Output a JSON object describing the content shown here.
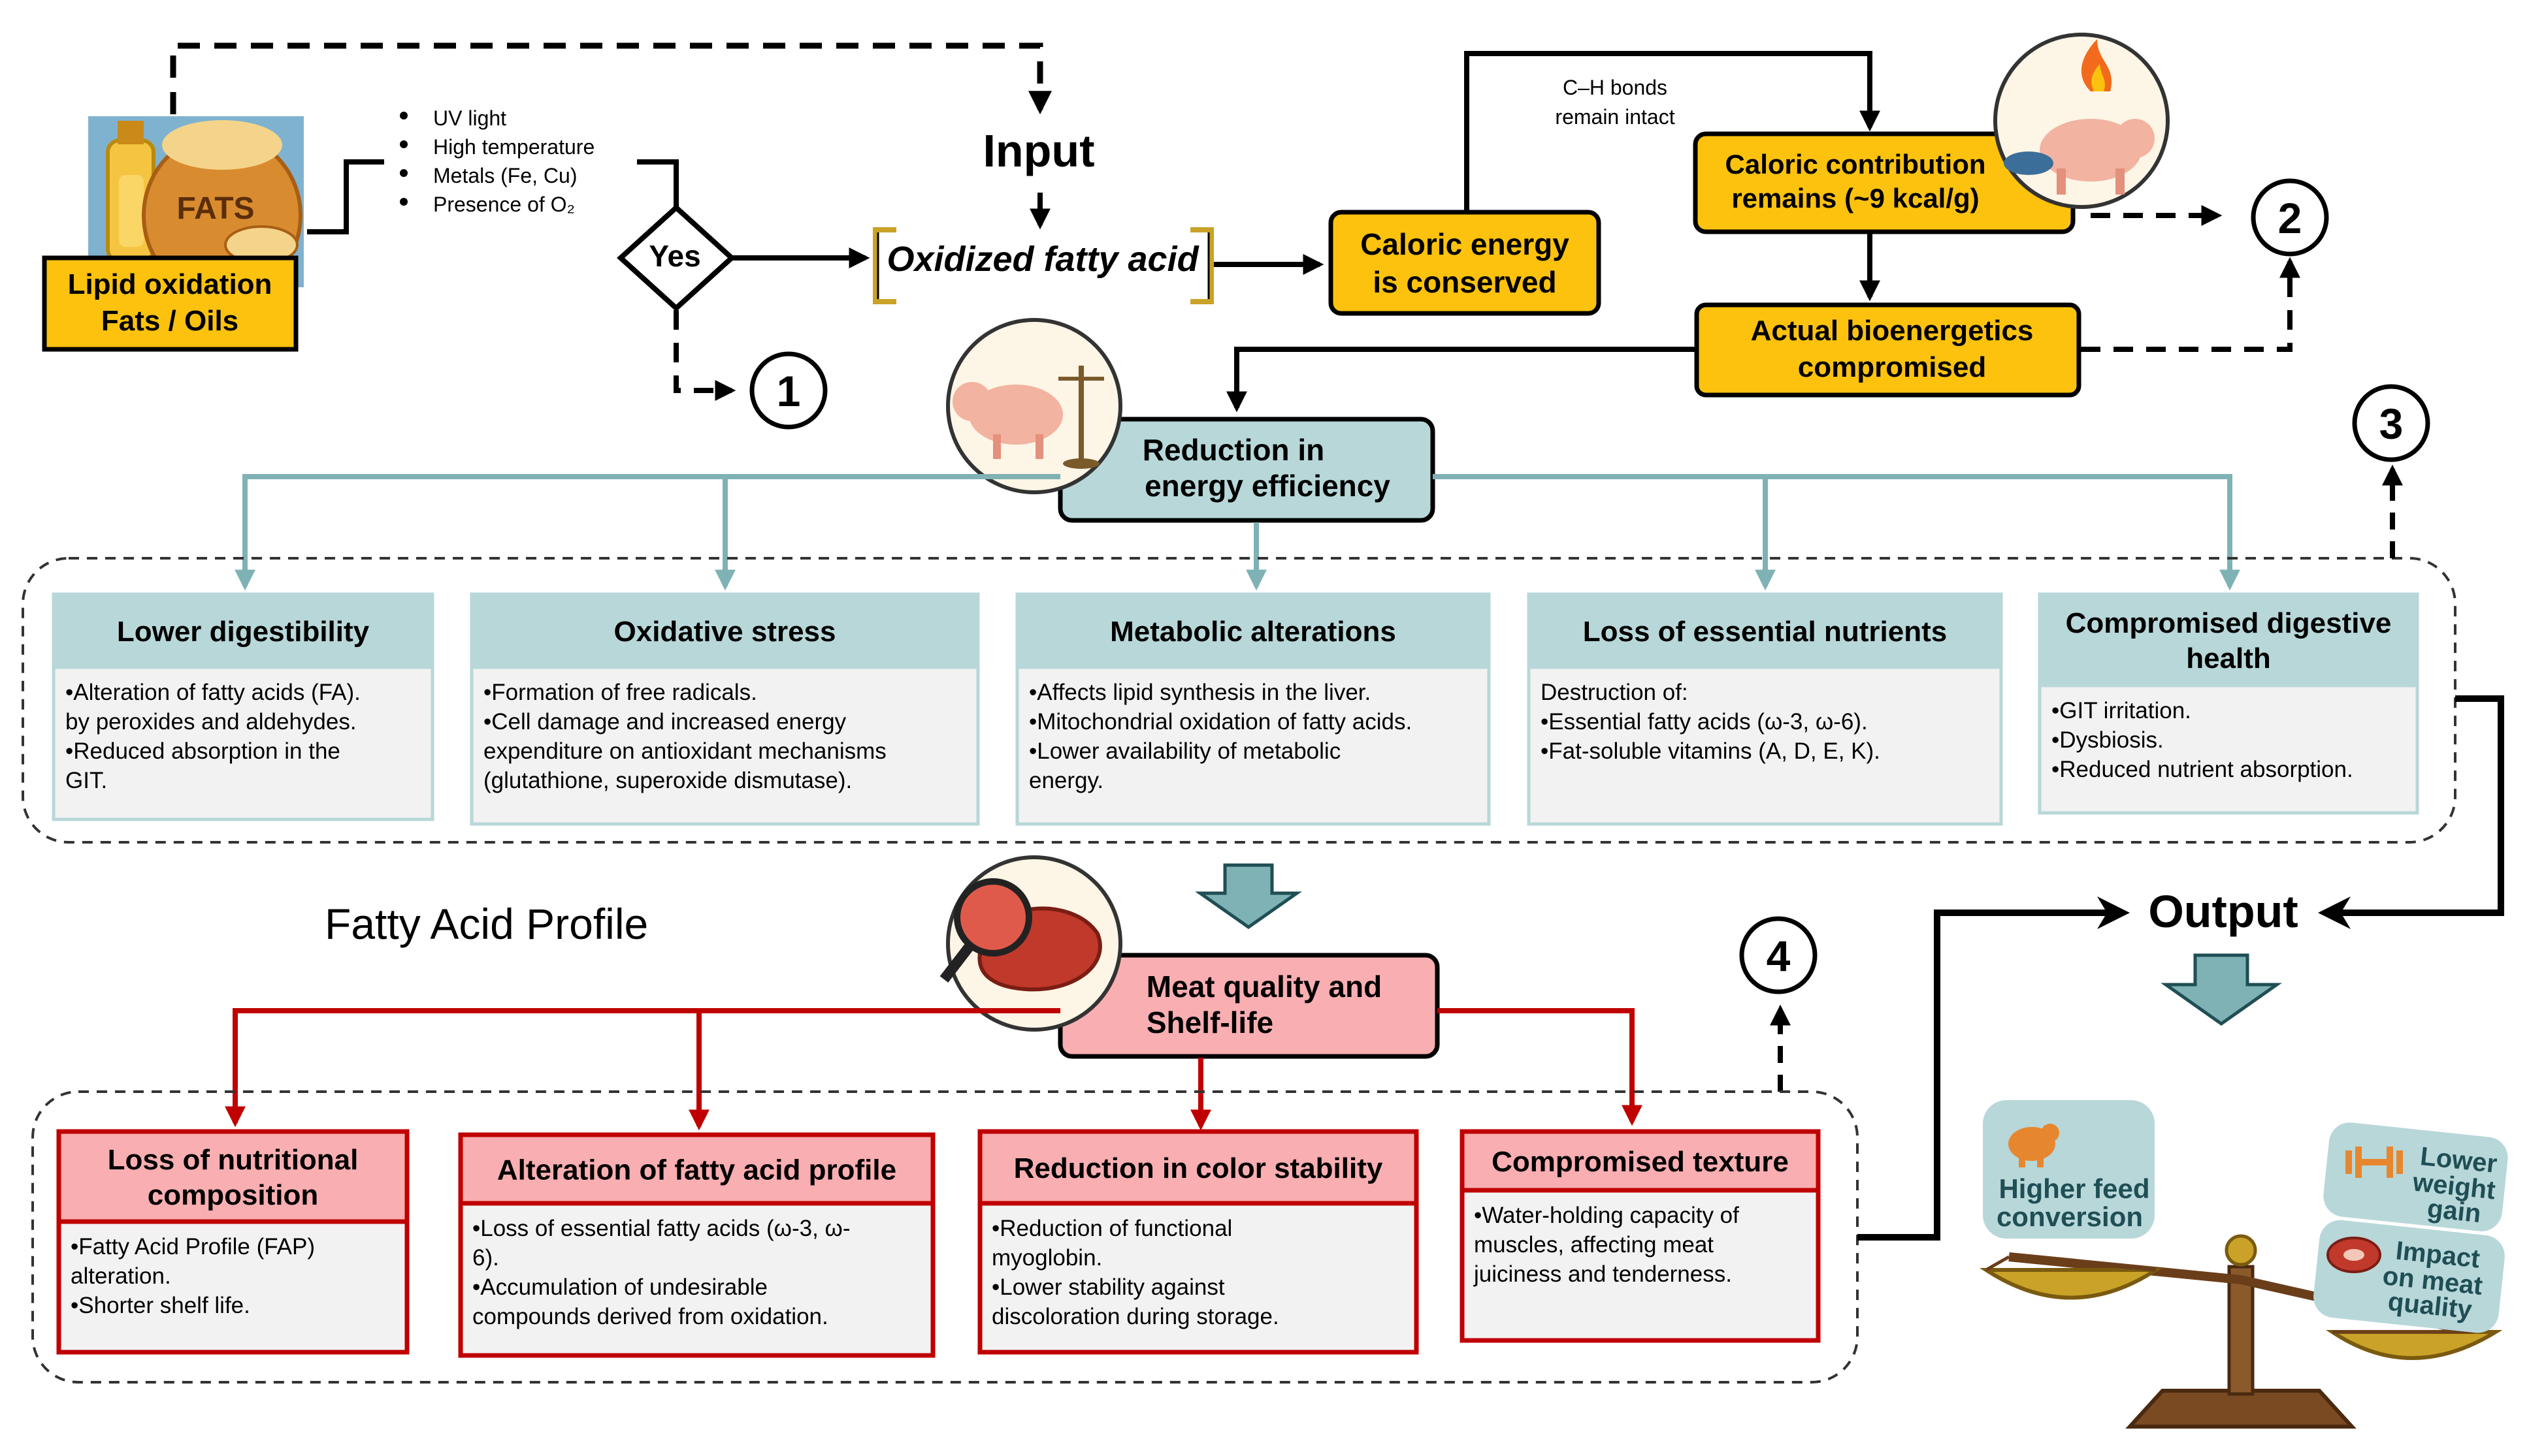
{
  "top": {
    "source_box": {
      "line1": "Lipid oxidation",
      "line2": "Fats / Oils",
      "fats_label": "FATS"
    },
    "factors": [
      "UV light",
      "High temperature",
      "Metals (Fe, Cu)",
      "Presence of O₂"
    ],
    "decision": "Yes",
    "input_label": "Input",
    "oxidized": "Oxidized fatty acid",
    "caloric_conserved": {
      "line1": "Caloric energy",
      "line2": "is conserved"
    },
    "ch_bonds": {
      "line1": "C–H bonds",
      "line2": "remain intact"
    },
    "caloric_contribution": {
      "line1": "Caloric contribution",
      "line2": "remains (~9 kcal/g)"
    },
    "bioenergetics": {
      "line1": "Actual bioenergetics",
      "line2": "compromised"
    },
    "reduction_energy": {
      "line1": "Reduction in",
      "line2": "energy efficiency"
    }
  },
  "markers": [
    "1",
    "2",
    "3",
    "4"
  ],
  "effects": [
    {
      "title": [
        "Lower digestibility"
      ],
      "body": [
        "•Alteration of fatty acids (FA).",
        " by peroxides and aldehydes.",
        "•Reduced absorption in the",
        " GIT."
      ]
    },
    {
      "title": [
        "Oxidative stress"
      ],
      "body": [
        "•Formation of free radicals.",
        "•Cell damage and increased energy",
        " expenditure on antioxidant mechanisms",
        " (glutathione, superoxide dismutase)."
      ]
    },
    {
      "title": [
        "Metabolic alterations"
      ],
      "body": [
        "•Affects lipid synthesis in the liver.",
        "•Mitochondrial oxidation of fatty acids.",
        "•Lower availability of metabolic",
        " energy."
      ]
    },
    {
      "title": [
        "Loss of essential nutrients"
      ],
      "body": [
        "Destruction of:",
        "•Essential fatty acids (ω-3, ω-6).",
        "•Fat-soluble vitamins (A, D, E, K)."
      ]
    },
    {
      "title": [
        "Compromised digestive",
        "health"
      ],
      "body": [
        "•GIT irritation.",
        "•Dysbiosis.",
        "•Reduced nutrient absorption."
      ]
    }
  ],
  "fatty_profile_label": "Fatty Acid Profile",
  "meat_quality": {
    "line1": "Meat quality and",
    "line2": "Shelf-life"
  },
  "quality": [
    {
      "title": [
        "Loss of nutritional",
        "composition"
      ],
      "body": [
        "•Fatty Acid Profile (FAP)",
        " alteration.",
        "•Shorter shelf life."
      ]
    },
    {
      "title": [
        "Alteration of fatty acid profile"
      ],
      "body": [
        "•Loss of essential fatty acids (ω-3, ω-",
        " 6).",
        "•Accumulation of undesirable",
        " compounds derived from oxidation."
      ]
    },
    {
      "title": [
        "Reduction in color stability"
      ],
      "body": [
        "•Reduction of functional",
        " myoglobin.",
        "•Lower stability against",
        " discoloration during storage."
      ]
    },
    {
      "title": [
        "Compromised texture"
      ],
      "body": [
        "•Water-holding capacity of",
        " muscles, affecting meat",
        " juiciness and tenderness."
      ]
    }
  ],
  "output": {
    "label": "Output",
    "feed": {
      "line1": "Higher feed",
      "line2": "conversion"
    },
    "weight": {
      "line1": "Lower",
      "line2": "weight",
      "line3": "gain"
    },
    "meat": {
      "line1": "Impact",
      "line2": "on meat",
      "line3": "quality"
    }
  },
  "colors": {
    "gold": "#FDC20D",
    "teal_fill": "#B8D7D9",
    "teal_line": "#7FB2B5",
    "teal_dark": "#1F4E55",
    "red": "#C00000",
    "pink": "#F9AEB1",
    "body_fill": "#F2F2F2"
  },
  "icons": [
    "fats-oils-icon",
    "pig-fire-icon",
    "pig-scale-icon",
    "meat-magnifier-icon",
    "balance-scale-icon",
    "piggy-icon",
    "dumbbell-icon",
    "steak-icon"
  ]
}
